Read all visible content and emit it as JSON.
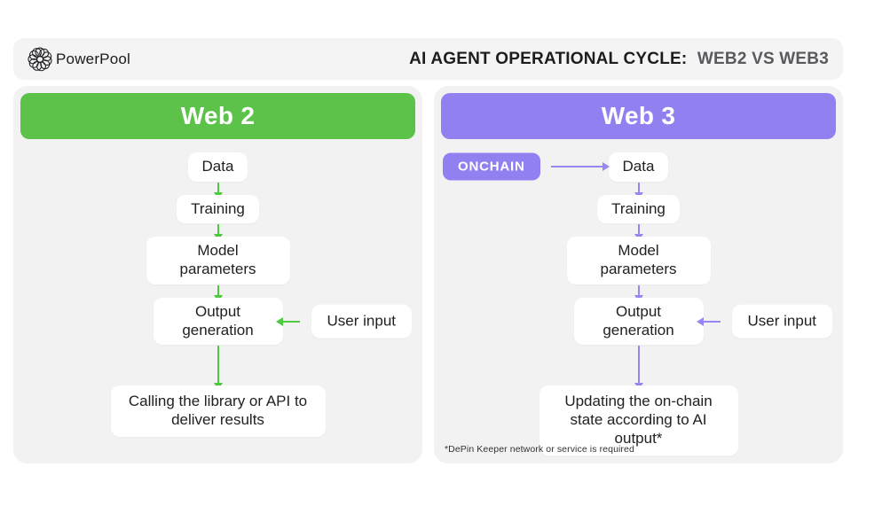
{
  "header": {
    "brand": "PowerPool",
    "title_main": "AI AGENT OPERATIONAL CYCLE:",
    "title_sub": "WEB2 VS WEB3"
  },
  "web2": {
    "header": "Web 2",
    "steps": [
      "Data",
      "Training",
      "Model parameters",
      "Output generation"
    ],
    "side_input": "User input",
    "final": "Calling the library or API to deliver results"
  },
  "web3": {
    "header": "Web 3",
    "onchain_label": "ONCHAIN",
    "steps": [
      "Data",
      "Training",
      "Model parameters",
      "Output generation"
    ],
    "side_input": "User input",
    "final": "Updating the on-chain state according to AI output*",
    "footnote": "*DePin Keeper network or service is required"
  },
  "colors": {
    "green": "#5cc24a",
    "green_arrow": "#4fc93e",
    "purple": "#9181f0",
    "purple_arrow": "#9788f1",
    "panel_bg": "#f2f2f3",
    "bar_bg": "#f4f4f5",
    "text_dark": "#1d1d1f",
    "text_sub": "#59595e",
    "box_text": "#212123"
  }
}
